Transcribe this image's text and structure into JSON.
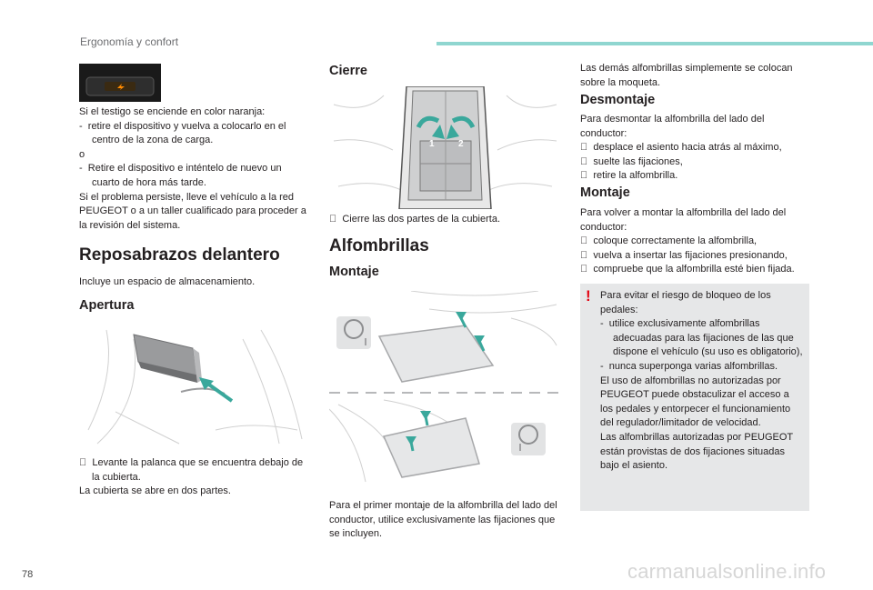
{
  "header": {
    "section": "Ergonomía y confort"
  },
  "footer": {
    "page_number": "78",
    "watermark": "carmanualsonline.info"
  },
  "col1": {
    "indicator_text": [
      "Si el testigo se enciende en color naranja:",
      "-  retire el dispositivo y vuelva a colocarlo en el centro de la zona de carga.",
      "o",
      "-  Retire el dispositivo e inténtelo de nuevo un cuarto de hora más tarde.",
      "Si el problema persiste, lleve el vehículo a la red PEUGEOT o a un taller cualificado para proceder a la revisión del sistema."
    ],
    "section_title": "Reposabrazos delantero",
    "section_intro": "Incluye un espacio de almacenamiento.",
    "apertura_title": "Apertura",
    "apertura_bullet": "  Levante la palanca que se encuentra debajo de la cubierta.",
    "apertura_note": "La cubierta se abre en dos partes."
  },
  "col2": {
    "cierre_title": "Cierre",
    "cierre_bullet": "  Cierre las dos partes de la cubierta.",
    "cierre_labels": [
      "1",
      "2"
    ],
    "alfombrillas_title": "Alfombrillas",
    "montaje_title": "Montaje",
    "montaje_text": "Para el primer montaje de la alfombrilla del lado del conductor, utilice exclusivamente las fijaciones que se incluyen."
  },
  "col3": {
    "intro": "Las demás alfombrillas simplemente se colocan sobre la moqueta.",
    "desmontaje_title": "Desmontaje",
    "desmontaje_intro": "Para desmontar la alfombrilla del lado del conductor:",
    "desmontaje_items": [
      "  desplace el asiento hacia atrás al máximo,",
      "  suelte las fijaciones,",
      "  retire la alfombrilla."
    ],
    "montaje_title": "Montaje",
    "montaje_intro": "Para volver a montar la alfombrilla del lado del conductor:",
    "montaje_items": [
      "  coloque correctamente la alfombrilla,",
      "  vuelva a insertar las fijaciones presionando,",
      "  compruebe que la alfombrilla esté bien fijada."
    ],
    "warning": {
      "icon": "warning-exclamation-icon",
      "color": "#e30613",
      "lines": [
        "Para evitar el riesgo de bloqueo de los pedales:",
        "-  utilice exclusivamente alfombrillas adecuadas para las fijaciones de las que dispone el vehículo (su uso es obligatorio),",
        "-  nunca superponga varias alfombrillas.",
        "El uso de alfombrillas no autorizadas por PEUGEOT puede obstaculizar el acceso a los pedales y entorpecer el funcionamiento del regulador/limitador de velocidad.",
        "Las alfombrillas autorizadas por PEUGEOT están provistas de dos fijaciones situadas bajo el asiento."
      ]
    }
  },
  "colors": {
    "accent": "#8fd6d0",
    "arrow": "#3aa89c",
    "warning": "#e30613"
  }
}
